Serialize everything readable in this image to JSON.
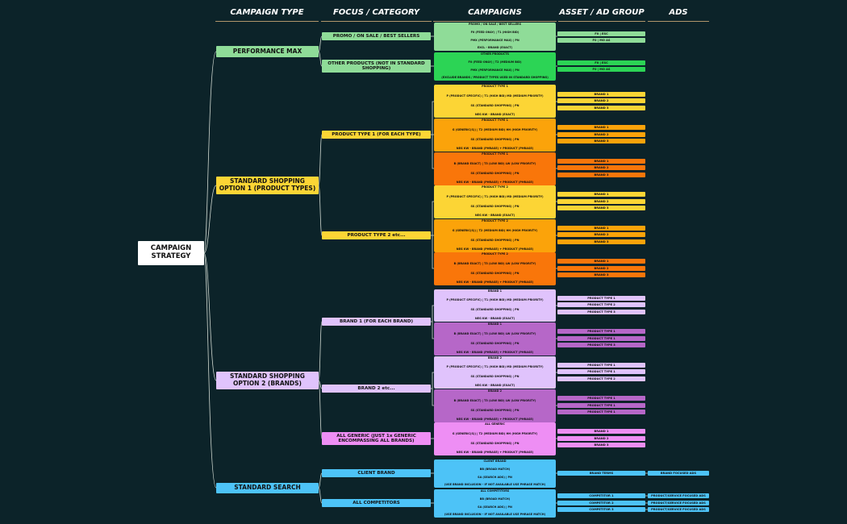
{
  "headers": {
    "campaign_type": "CAMPAIGN TYPE",
    "focus": "FOCUS / CATEGORY",
    "campaigns": "CAMPAIGNS",
    "asset": "ASSET / AD GROUP",
    "ads": "ADS"
  },
  "colors": {
    "background": "#0c2329",
    "pmax": "#8fdc98",
    "pmax_dark": "#2cd455",
    "standard_shopping_1": "#fcd535",
    "orange_mid": "#fba30a",
    "orange_dark": "#f9760a",
    "standard_shopping_2": "#e0c3fc",
    "purple_dark": "#b667c8",
    "pink": "#ee8ef4",
    "standard_search": "#4dc3f7",
    "connector": "#d0d8d0"
  },
  "root": "CAMPAIGN STRATEGY",
  "types": {
    "pmax": "PERFORMANCE MAX",
    "ss1": "STANDARD SHOPPING OPTION 1 (PRODUCT TYPES)",
    "ss2": "STANDARD SHOPPING OPTION 2 (BRANDS)",
    "search": "STANDARD SEARCH"
  },
  "focus": {
    "promo": "PROMO / ON SALE / BEST SELLERS",
    "other": "OTHER PRODUCTS (NOT IN STANDARD SHOPPING)",
    "pt1": "PRODUCT TYPE 1 (FOR EACH TYPE)",
    "pt2": "PRODUCT TYPE 2 etc...",
    "brand1": "BRAND 1 (FOR EACH BRAND)",
    "brand2": "BRAND 2 etc...",
    "generic": "ALL GENERIC (JUST 1x GENERIC ENCOMPASSING ALL BRANDS)",
    "client": "CLIENT BRAND",
    "competitors": "ALL COMPETITORS"
  },
  "campaigns": {
    "pmax_promo": [
      "PROMO / ON SALE / BEST SELLERS",
      "F0 (FEED ONLY) | T1 (HIGH BID)",
      "PMX (PERFORMANCE MAX) | PN",
      "EXCL - BRAND (EXACT)"
    ],
    "pmax_other": [
      "OTHER PRODUCTS",
      "F0 (FEED ONLY) | T2 (MEDIUM BID)",
      "PMX (PERFORMANCE MAX) | PN",
      "(EXCLUDE BRANDS / PRODUCT TYPES USED IN STANDARD SHOPPING)"
    ],
    "pt1_a": [
      "PRODUCT TYPE 1",
      "P (PRODUCT SPECIFIC) | T1 (HIGH BID) MD (MEDIUM PRIORITY)",
      "SS (STANDARD SHOPPING) | PN",
      "NEG KW - BRAND (EXACT)"
    ],
    "pt1_b": [
      "PRODUCT TYPE 1",
      "G (GENERIC(S)) | T2 (MEDIUM BID) HH (HIGH PRIORITY)",
      "SS (STANDARD SHOPPING) | PN",
      "NEG KW - BRAND (PHRASE) + PRODUCT (PHRASE)"
    ],
    "pt1_c": [
      "PRODUCT TYPE 1",
      "B (BRAND EXACT) | T3 (LOW BID) LW (LOW PRIORITY)",
      "SS (STANDARD SHOPPING) | PN",
      "NEG KW - BRAND (PHRASE) + PRODUCT (PHRASE)"
    ],
    "pt2_a": [
      "PRODUCT TYPE 2",
      "P (PRODUCT SPECIFIC) | T1 (HIGH BID) MD (MEDIUM PRIORITY)",
      "SS (STANDARD SHOPPING) | PN",
      "NEG KW - BRAND (EXACT)"
    ],
    "pt2_b": [
      "PRODUCT TYPE 2",
      "G (GENERIC(S)) | T2 (MEDIUM BID) HH (HIGH PRIORITY)",
      "SS (STANDARD SHOPPING) | PN",
      "NEG KW - BRAND (PHRASE) + PRODUCT (PHRASE)"
    ],
    "pt2_c": [
      "PRODUCT TYPE 2",
      "B (BRAND EXACT) | T3 (LOW BID) LW (LOW PRIORITY)",
      "SS (STANDARD SHOPPING) | PN",
      "NEG KW - BRAND (PHRASE) + PRODUCT (PHRASE)"
    ],
    "b1_a": [
      "BRAND 1",
      "P (PRODUCT SPECIFIC) | T1 (HIGH BID) MD (MEDIUM PRIORITY)",
      "SS (STANDARD SHOPPING) | PN",
      "NEG KW - BRAND (EXACT)"
    ],
    "b1_b": [
      "BRAND 1",
      "B (BRAND EXACT) | T3 (LOW BID) LW (LOW PRIORITY)",
      "SS (STANDARD SHOPPING) | PN",
      "NEG KW - BRAND (PHRASE) + PRODUCT (PHRASE)"
    ],
    "b2_a": [
      "BRAND 2",
      "P (PRODUCT SPECIFIC) | T1 (HIGH BID) MD (MEDIUM PRIORITY)",
      "SS (STANDARD SHOPPING) | PN",
      "NEG KW - BRAND (EXACT)"
    ],
    "b2_b": [
      "BRAND 2",
      "B (BRAND EXACT) | T3 (LOW BID) LW (LOW PRIORITY)",
      "SS (STANDARD SHOPPING) | PN",
      "NEG KW - BRAND (PHRASE) + PRODUCT (PHRASE)"
    ],
    "gen": [
      "ALL GENERIC",
      "G (GENERIC(S)) | T2 (MEDIUM BID) HH (HIGH PRIORITY)",
      "SS (STANDARD SHOPPING) | PN",
      "NEG KW - BRAND (PHRASE) + PRODUCT (PHRASE)"
    ],
    "client": [
      "CLIENT BRAND",
      "BB (BROAD MATCH)",
      "SA (SEARCH ADS) | PN",
      "(USE BRAND INCLUSION - IF NOT AVAILABLE USE PHRASE MATCH)"
    ],
    "comp": [
      "ALL COMPETITORS",
      "BB (BROAD MATCH)",
      "SA (SEARCH ADS) | PN",
      "(USE BRAND INCLUSION - IF NOT AVAILABLE USE PHRASE MATCH)"
    ]
  },
  "assets": {
    "pmax": [
      "F0 | ESC",
      "F0 | MO AS"
    ],
    "brands": [
      "BRAND 1",
      "BRAND 2",
      "BRAND 3"
    ],
    "product_types": [
      "PRODUCT TYPE 1",
      "PRODUCT TYPE 2",
      "PRODUCT TYPE 3"
    ],
    "brand_terms": "BRAND TERMS",
    "competitors": [
      "COMPETITOR 1",
      "COMPETITOR 2",
      "COMPETITOR 3"
    ]
  },
  "ads": {
    "brand_focused": "BRAND FOCUSED ADS",
    "product_focused": "PRODUCT/SERVICE FOCUSED ADS"
  }
}
